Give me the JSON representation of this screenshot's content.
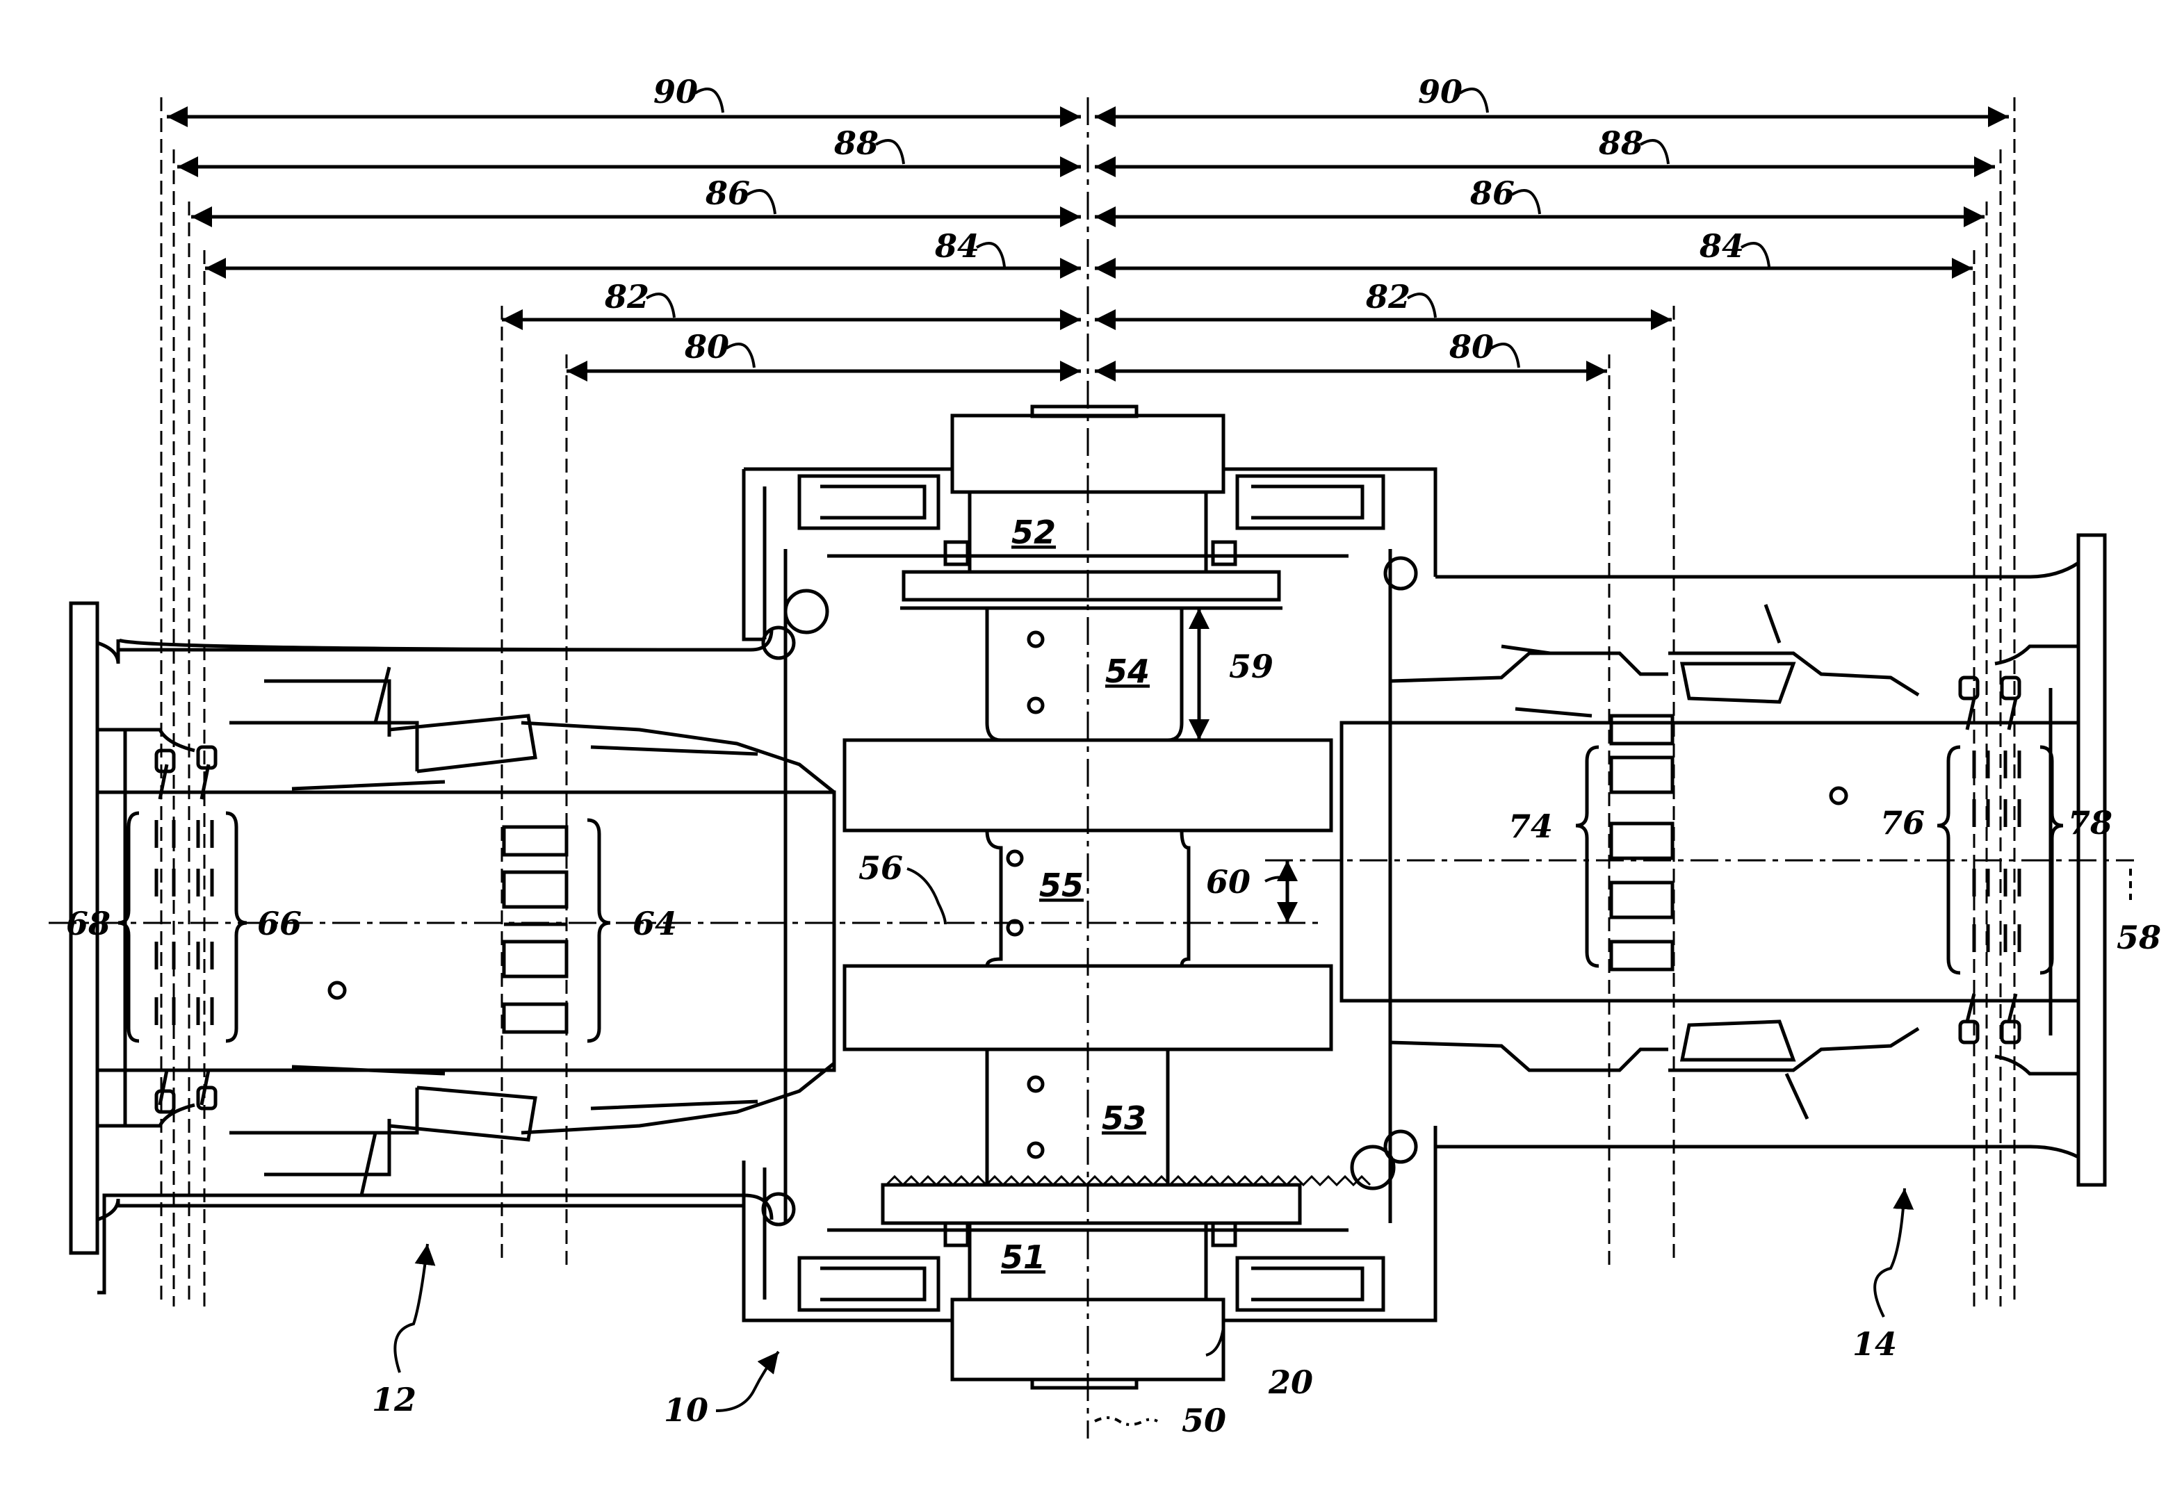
{
  "figure": {
    "dimension_labels": {
      "d90": "90",
      "d88": "88",
      "d86": "86",
      "d84": "84",
      "d82": "82",
      "d80": "80"
    },
    "part_labels": {
      "p52": "52",
      "p54": "54",
      "p55": "55",
      "p53": "53",
      "p51": "51"
    },
    "reference_labels": {
      "r59": "59",
      "r56": "56",
      "r60": "60",
      "r58": "58",
      "r74": "74",
      "r76": "76",
      "r78": "78",
      "r68": "68",
      "r66": "66",
      "r64": "64",
      "r12": "12",
      "r10": "10",
      "r20": "20",
      "r50": "50",
      "r14": "14"
    }
  }
}
